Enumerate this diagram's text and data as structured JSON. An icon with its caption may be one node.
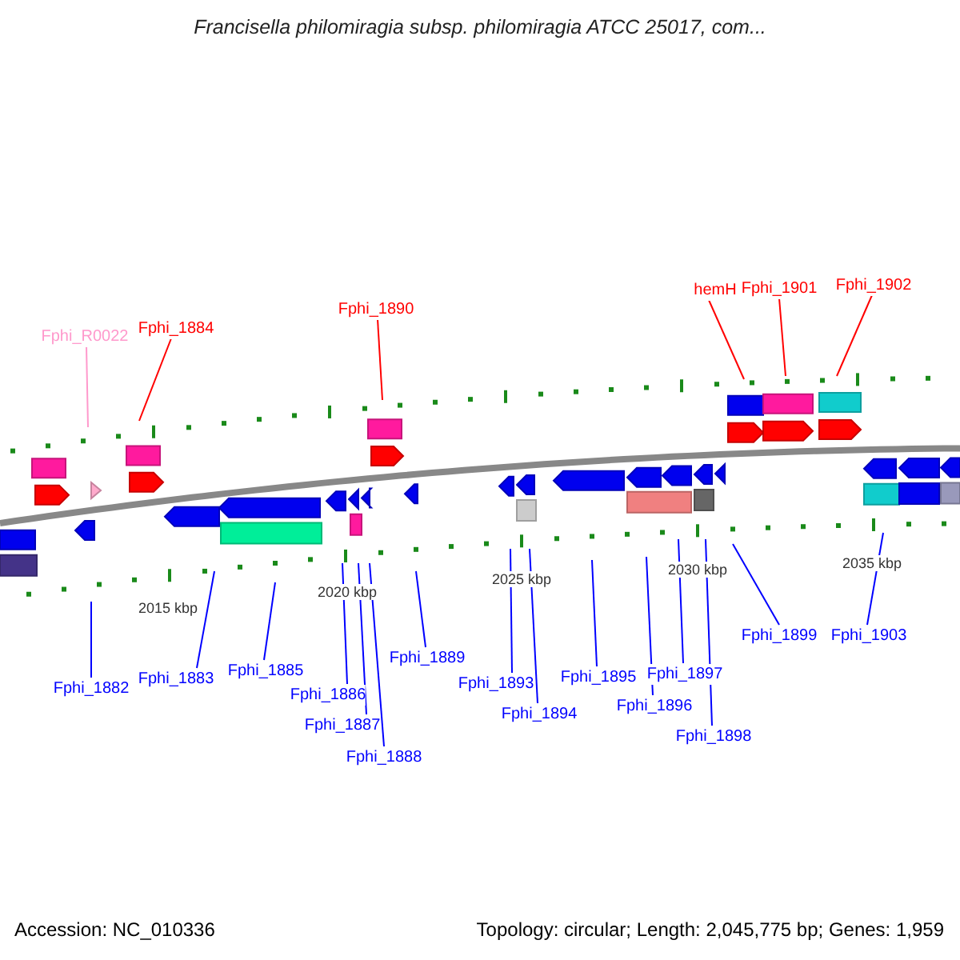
{
  "diagram": {
    "title": "Francisella philomiragia subsp. philomiragia ATCC 25017, com...",
    "nodes": [
      {
        "text": [
          "Fphi_R0022"
        ]
      },
      {
        "text": [
          "Fphi_1884"
        ]
      },
      {
        "text": [
          "Fphi_1890"
        ]
      },
      {
        "text": [
          "hemH"
        ]
      },
      {
        "text": [
          "Fphi_1901"
        ]
      },
      {
        "text": [
          "Fphi_1902"
        ]
      },
      {
        "text": [
          "Fphi_1882"
        ]
      },
      {
        "text": [
          "Fphi_1883"
        ]
      },
      {
        "text": [
          "Fphi_1885"
        ]
      },
      {
        "text": [
          "Fphi_1886"
        ]
      },
      {
        "text": [
          "Fphi_1887"
        ]
      },
      {
        "text": [
          "Fphi_1888"
        ]
      },
      {
        "text": [
          "Fphi_1889"
        ]
      },
      {
        "text": [
          "Fphi_1893"
        ]
      },
      {
        "text": [
          "Fphi_1894"
        ]
      },
      {
        "text": [
          "Fphi_1895"
        ]
      },
      {
        "text": [
          "Fphi_1896"
        ]
      },
      {
        "text": [
          "Fphi_1897"
        ]
      },
      {
        "text": [
          "Fphi_1898"
        ]
      },
      {
        "text": [
          "Fphi_1899"
        ]
      },
      {
        "text": [
          "Fphi_1903"
        ]
      }
    ],
    "edges": [
      {
        "from": 0,
        "to": null,
        "arrow": "none",
        "color": "#ff99cc"
      },
      {
        "from": 1,
        "to": null,
        "arrow": "none",
        "color": "#ff0000"
      },
      {
        "from": 2,
        "to": null,
        "arrow": "none",
        "color": "#ff0000"
      },
      {
        "from": 3,
        "to": null,
        "arrow": "none",
        "color": "#ff0000"
      },
      {
        "from": 4,
        "to": null,
        "arrow": "none",
        "color": "#ff0000"
      },
      {
        "from": 5,
        "to": null,
        "arrow": "none",
        "color": "#ff0000"
      },
      {
        "from": 6,
        "to": null,
        "arrow": "none"
      },
      {
        "from": 7,
        "to": null,
        "arrow": "none"
      },
      {
        "from": 8,
        "to": null,
        "arrow": "none"
      },
      {
        "from": 9,
        "to": null,
        "arrow": "none"
      },
      {
        "from": 10,
        "to": null,
        "arrow": "none"
      },
      {
        "from": 11,
        "to": null,
        "arrow": "none"
      },
      {
        "from": 12,
        "to": null,
        "arrow": "none"
      },
      {
        "from": 13,
        "to": null,
        "arrow": "none"
      },
      {
        "from": 14,
        "to": null,
        "arrow": "none"
      },
      {
        "from": 15,
        "to": null,
        "arrow": "none"
      },
      {
        "from": 16,
        "to": null,
        "arrow": "none"
      },
      {
        "from": 17,
        "to": null,
        "arrow": "none"
      },
      {
        "from": 18,
        "to": null,
        "arrow": "none"
      },
      {
        "from": 19,
        "to": null,
        "arrow": "none"
      },
      {
        "from": 20,
        "to": null,
        "arrow": "none"
      }
    ],
    "labels": [
      "2015 kbp",
      "2020 kbp",
      "2025 kbp",
      "2030 kbp",
      "2035 kbp",
      "Accession: NC_010336",
      "Topology: circular; Length: 2,045,775 bp; Genes: 1,959"
    ]
  }
}
